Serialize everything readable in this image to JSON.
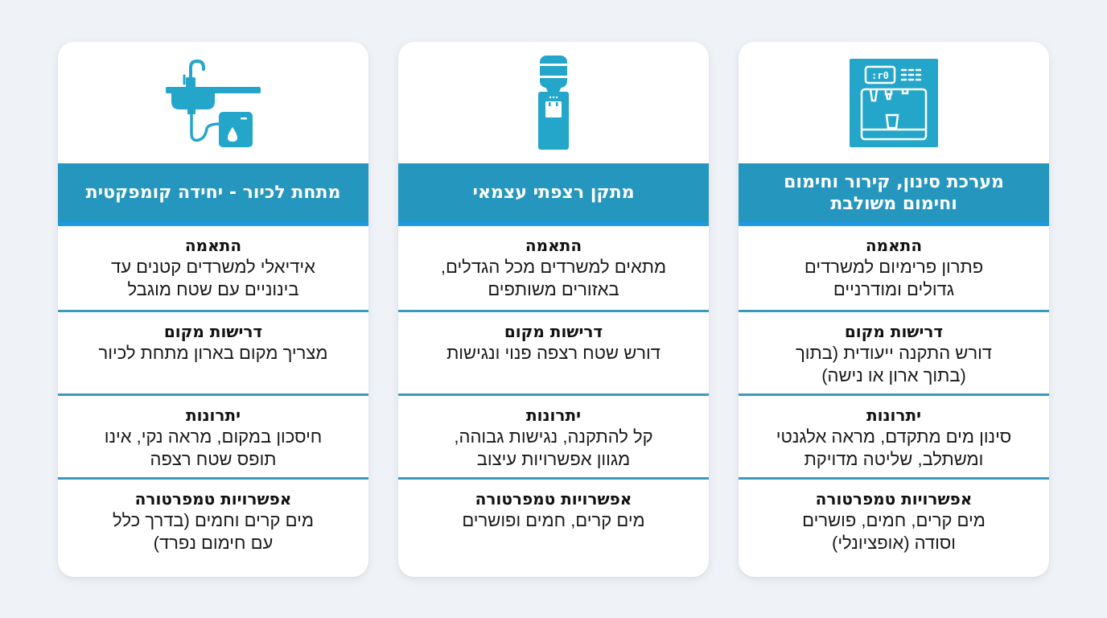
{
  "theme": {
    "background": "#eff2f6",
    "card_background": "#ffffff",
    "header_band": "#2596bd",
    "header_accent_strip": "#1d9be9",
    "divider": "#3a9bbd",
    "icon_color": "#23a6c9"
  },
  "cards": [
    {
      "icon": "integrated-dispenser-icon",
      "title": "מערכת סינון, קירור וחימום\nוחימום משולבת",
      "sections": [
        {
          "title": "התאמה",
          "text": "פתרון פרימיום למשרדים\nגדולים ומודרניים"
        },
        {
          "title": "דרישות מקום",
          "text": "דורש התקנה ייעודית (בתוך\n(בתוך ארון או נישה)"
        },
        {
          "title": "יתרונות",
          "text": "סינון מים מתקדם, מראה אלגנטי\nומשתלב, שליטה מדויקת"
        },
        {
          "title": "אפשרויות טמפרטורה",
          "text": "מים קרים, חמים, פושרים\nוסודה (אופציונלי)"
        }
      ]
    },
    {
      "icon": "water-cooler-icon",
      "title": "מתקן רצפתי עצמאי",
      "sections": [
        {
          "title": "התאמה",
          "text": "מתאים למשרדים מכל הגדלים,\nבאזורים משותפים"
        },
        {
          "title": "דרישות מקום",
          "text": "דורש שטח רצפה פנוי ונגישות"
        },
        {
          "title": "יתרונות",
          "text": "קל להתקנה, נגישות גבוהה,\nמגוון אפשרויות עיצוב"
        },
        {
          "title": "אפשרויות טמפרטורה",
          "text": "מים קרים, חמים ופושרים"
        }
      ]
    },
    {
      "icon": "under-sink-unit-icon",
      "title": "מתחת לכיור - יחידה קומפקטית",
      "sections": [
        {
          "title": "התאמה",
          "text": "אידיאלי למשרדים קטנים עד\nבינוניים עם שטח מוגבל"
        },
        {
          "title": "דרישות מקום",
          "text": "מצריך מקום בארון מתחת לכיור"
        },
        {
          "title": "יתרונות",
          "text": "חיסכון במקום, מראה נקי, אינו\nתופס שטח רצפה"
        },
        {
          "title": "אפשרויות טמפרטורה",
          "text": "מים קרים וחמים (בדרך כלל\nעם חימום נפרד)"
        }
      ]
    }
  ]
}
